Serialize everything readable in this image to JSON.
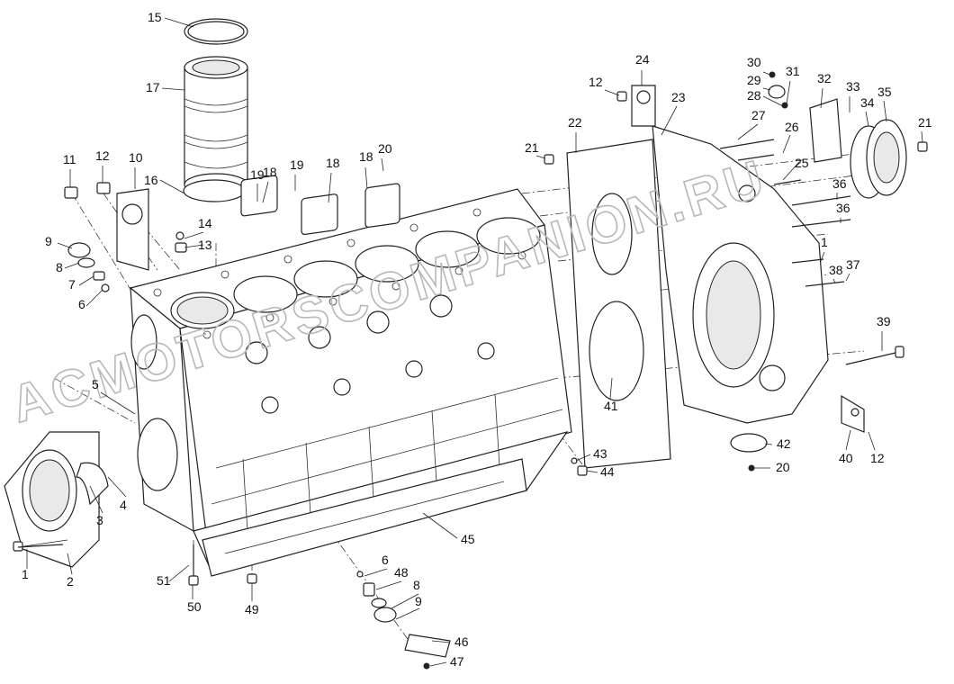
{
  "watermark": {
    "text": "ACMOTORSCOMPANION.RU",
    "color": "#b8b8b8"
  },
  "callouts": [
    "1",
    "2",
    "3",
    "4",
    "5",
    "6",
    "7",
    "8",
    "9",
    "10",
    "11",
    "12",
    "13",
    "14",
    "15",
    "16",
    "17",
    "18",
    "19",
    "20",
    "21",
    "22",
    "23",
    "24",
    "25",
    "26",
    "27",
    "28",
    "29",
    "30",
    "31",
    "32",
    "33",
    "34",
    "35",
    "36",
    "37",
    "38",
    "39",
    "40",
    "41",
    "42",
    "43",
    "44",
    "45",
    "46",
    "47",
    "48",
    "49",
    "50",
    "51"
  ],
  "colors": {
    "line": "#222222",
    "fill": "#ffffff",
    "shade": "#e9e9e9"
  }
}
